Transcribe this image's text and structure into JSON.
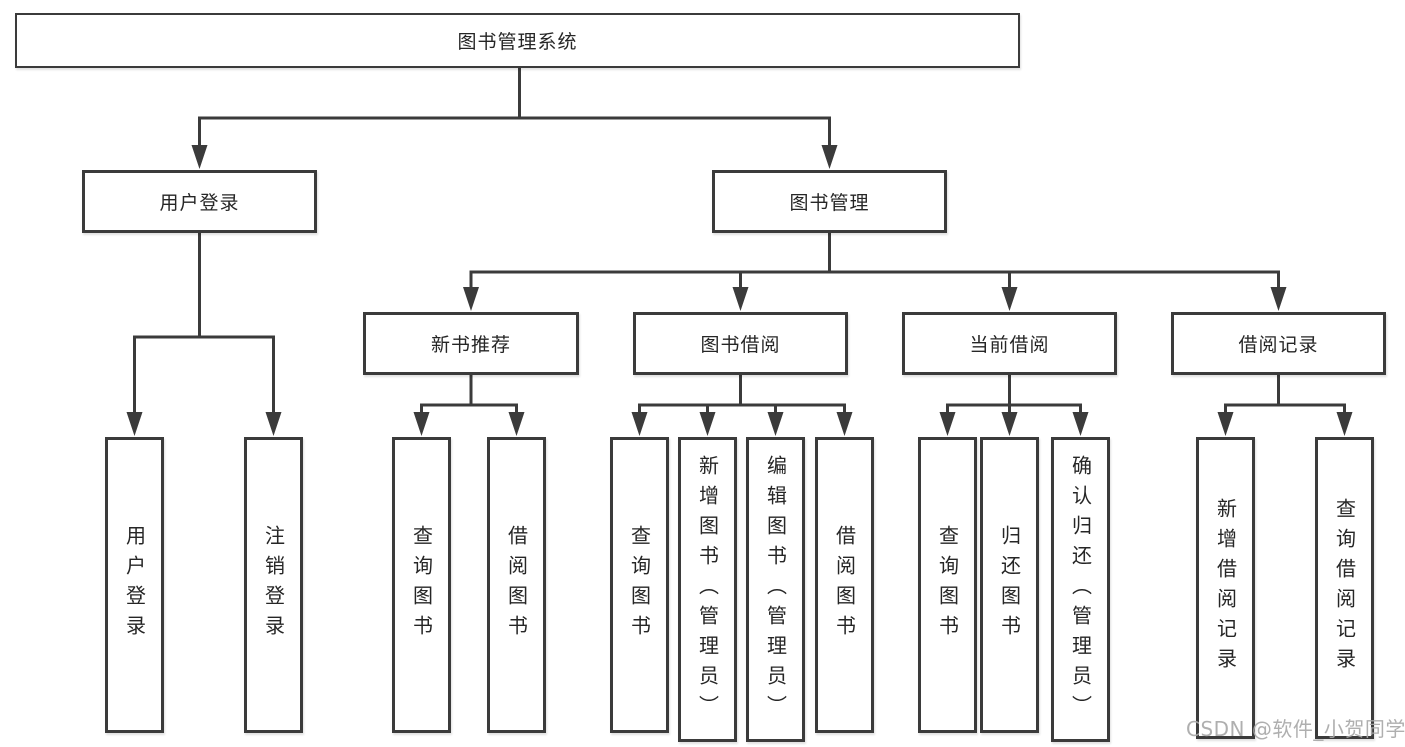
{
  "diagram": {
    "root_label": "图书管理系统",
    "left_branch": {
      "label": "用户登录",
      "children": [
        "用户登录",
        "注销登录"
      ]
    },
    "right_branch": {
      "label": "图书管理",
      "groups": [
        {
          "label": "新书推荐",
          "children": [
            "查询图书",
            "借阅图书"
          ]
        },
        {
          "label": "图书借阅",
          "children": [
            "查询图书",
            "新增图书（管理员）",
            "编辑图书（管理员）",
            "借阅图书"
          ]
        },
        {
          "label": "当前借阅",
          "children": [
            "查询图书",
            "归还图书",
            "确认归还（管理员）"
          ]
        },
        {
          "label": "借阅记录",
          "children": [
            "新增借阅记录",
            "查询借阅记录"
          ]
        }
      ]
    },
    "watermark": "CSDN @软件_小贺同学"
  },
  "colors": {
    "line": "#3b3b3b",
    "text": "#262626",
    "watermark": "#a8a8a8",
    "background": "#ffffff"
  }
}
